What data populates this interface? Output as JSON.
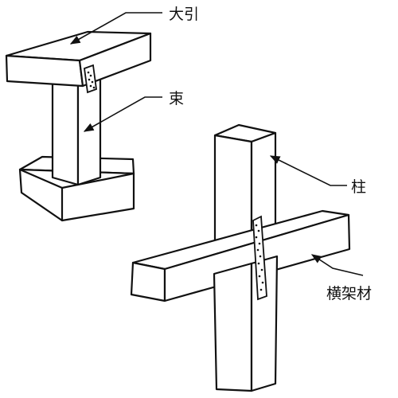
{
  "labels": {
    "ohiki": "大引",
    "tsuka": "束",
    "hashira": "柱",
    "yokogazai": "横架材"
  },
  "colors": {
    "line": "#111111",
    "background": "#ffffff"
  }
}
